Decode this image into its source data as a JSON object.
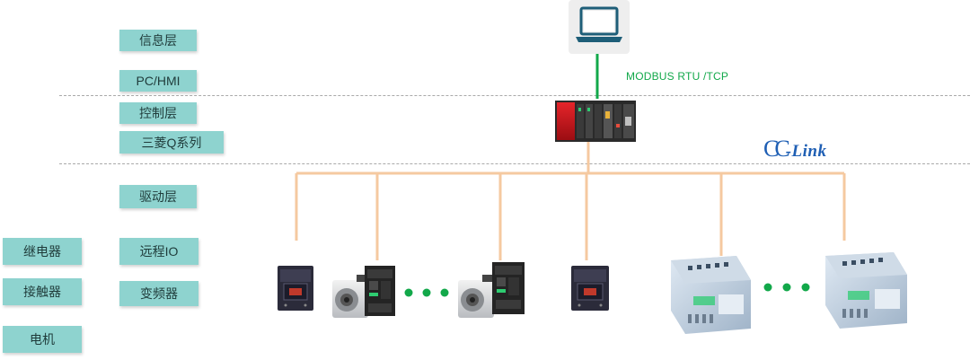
{
  "layers": {
    "info": "信息层",
    "pc_hmi": "PC/HMI",
    "control": "控制层",
    "plc_series": "三菱Q系列",
    "drive": "驱动层",
    "remote_io": "远程IO",
    "inverter": "变频器"
  },
  "devices": {
    "relay": "继电器",
    "contactor": "接触器",
    "motor": "电机"
  },
  "network": {
    "upper_protocol": "MODBUS RTU /TCP",
    "fieldbus_cc": "CC",
    "fieldbus_link": "-Link"
  },
  "colors": {
    "tag_bg": "#8ed3cf",
    "green_link": "#12a84a",
    "bus": "#f5c9a0",
    "cclink_blue": "#1f5fb4"
  }
}
